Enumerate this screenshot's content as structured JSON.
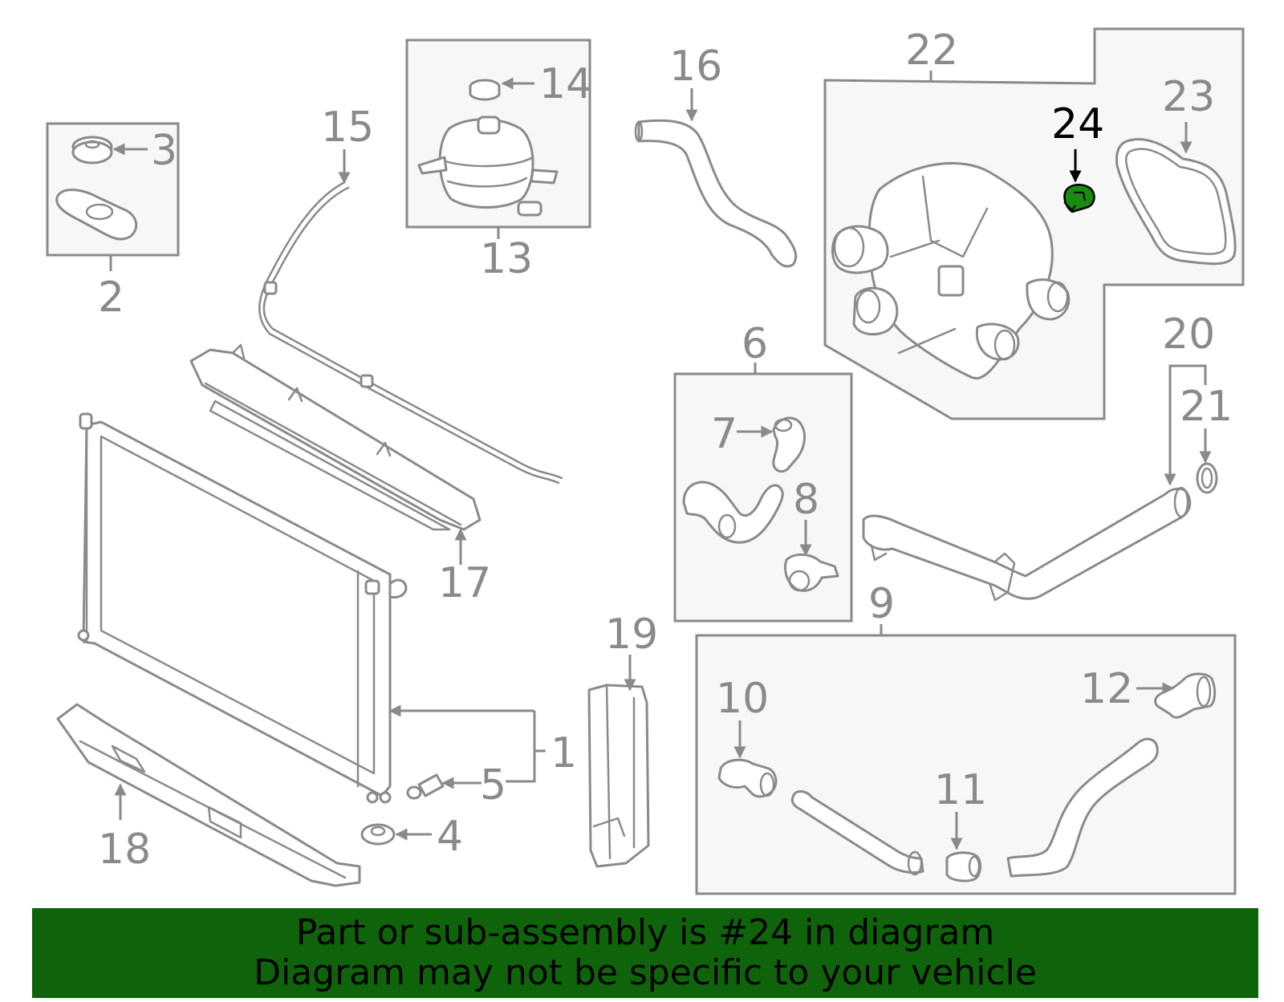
{
  "colors": {
    "banner_background": "#0f640b",
    "banner_text": "#000000",
    "line_art": "#8a8a8a",
    "group_box_fill": "#f7f7f7",
    "highlight_part": "#1a8a12"
  },
  "callouts": {
    "c1": "1",
    "c2": "2",
    "c3": "3",
    "c4": "4",
    "c5": "5",
    "c6": "6",
    "c7": "7",
    "c8": "8",
    "c9": "9",
    "c10": "10",
    "c11": "11",
    "c12": "12",
    "c13": "13",
    "c14": "14",
    "c15": "15",
    "c16": "16",
    "c17": "17",
    "c18": "18",
    "c19": "19",
    "c20": "20",
    "c21": "21",
    "c22": "22",
    "c23": "23",
    "c24": "24"
  },
  "highlighted_callout": "24",
  "banner": {
    "line1": "Part or sub-assembly is #24 in diagram",
    "line2": "Diagram may not be specific to your vehicle"
  }
}
